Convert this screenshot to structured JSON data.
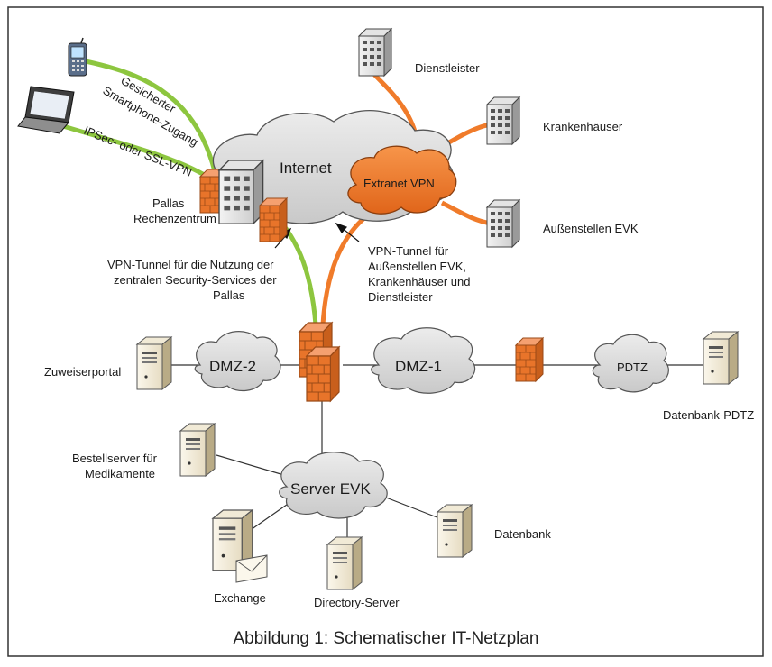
{
  "caption": "Abbildung 1: Schematischer IT-Netzplan",
  "clouds": {
    "internet": "Internet",
    "extranet": "Extranet VPN",
    "dmz2": "DMZ-2",
    "dmz1": "DMZ-1",
    "pdtz": "PDTZ",
    "server_evk": "Server EVK"
  },
  "nodes": {
    "dienstleister": "Dienstleister",
    "krankenhaeuser": "Krankenhäuser",
    "aussenstellen": "Außenstellen EVK",
    "pallas": [
      "Pallas",
      "Rechenzentrum"
    ],
    "zuweiserportal": "Zuweiserportal",
    "datenbank_pdtz": "Datenbank-PDTZ",
    "bestellserver": [
      "Bestellserver für",
      "Medikamente"
    ],
    "exchange": "Exchange",
    "directory": "Directory-Server",
    "datenbank": "Datenbank"
  },
  "links": {
    "smartphone": [
      "Gesicherter",
      "Smartphone-Zugang"
    ],
    "ipsec": "IPSec- oder SSL-VPN"
  },
  "annotations": {
    "vpn_pallas": [
      "VPN-Tunnel für die Nutzung der",
      "zentralen Security-Services der",
      "Pallas"
    ],
    "vpn_extranet": [
      "VPN-Tunnel für",
      "Außenstellen EVK,",
      "Krankenhäuser und",
      "Dienstleister"
    ]
  },
  "colors": {
    "green_link": "#8dc63f",
    "orange_link": "#f07b2a",
    "cloud_gray": "#d9d9d9",
    "cloud_orange": "#f07b2a",
    "firewall": "#e8742a"
  }
}
